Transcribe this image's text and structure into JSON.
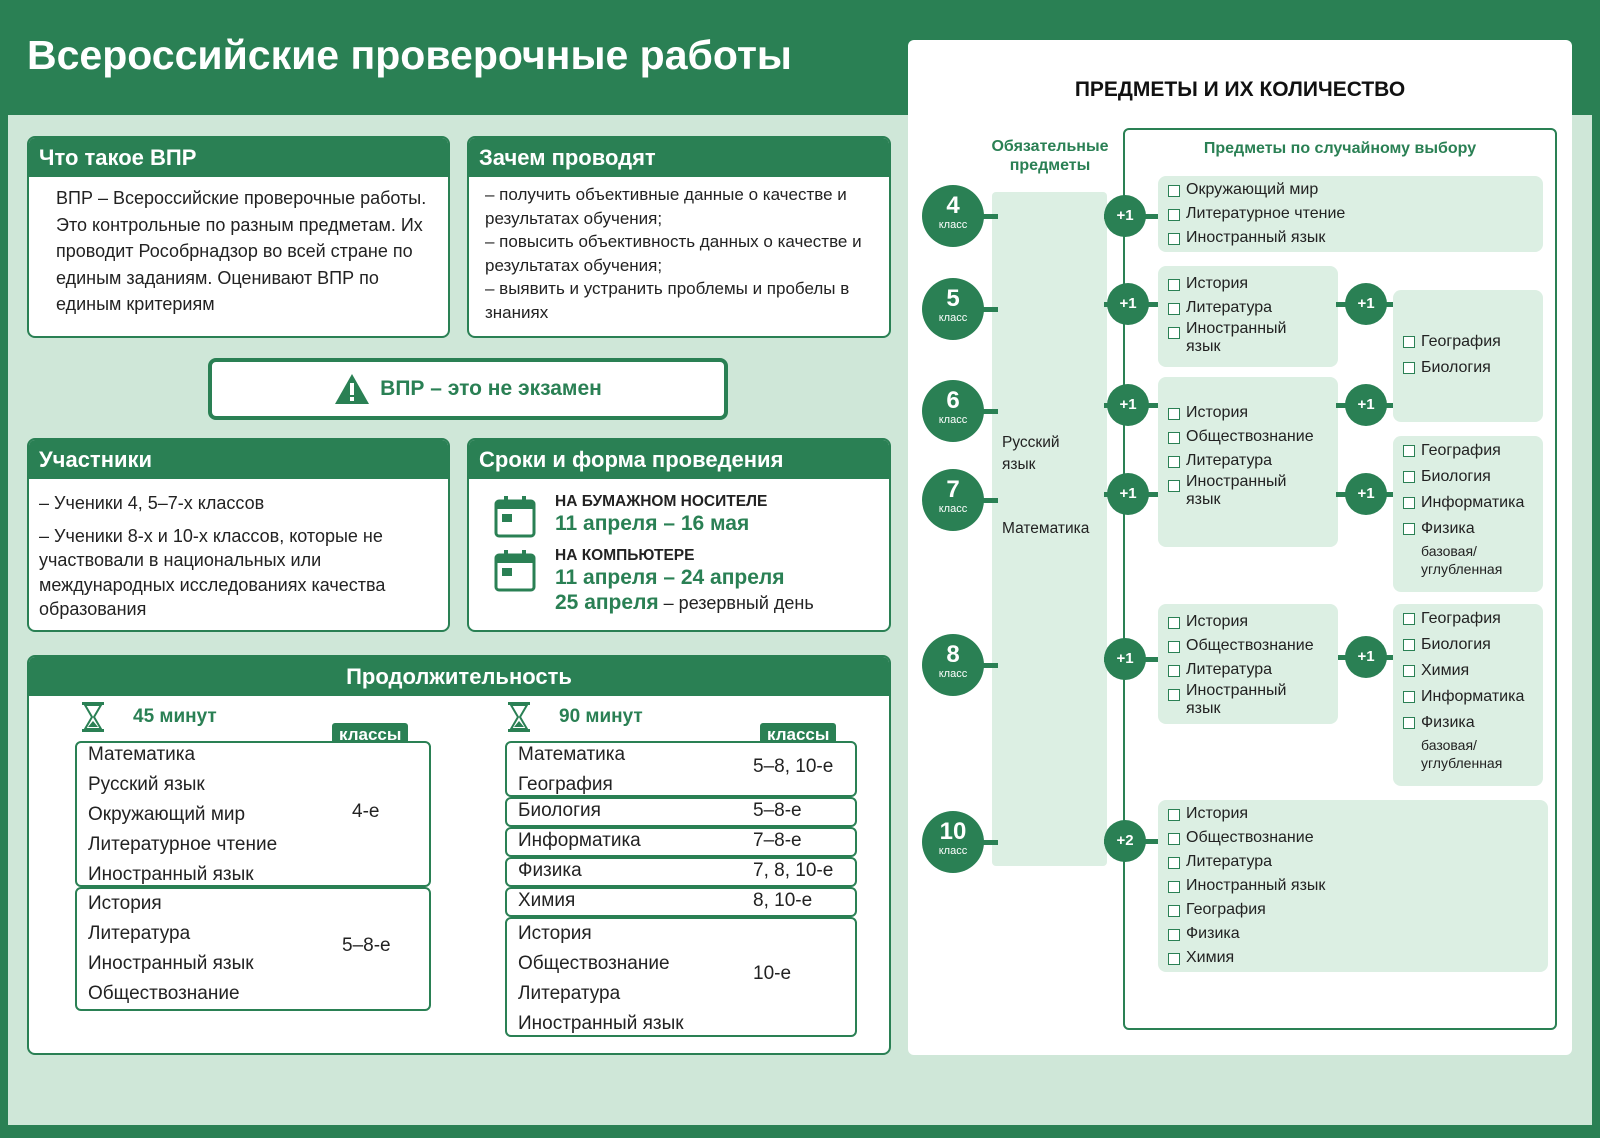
{
  "title": "Всероссийские проверочные работы",
  "what": {
    "title": "Что такое ВПР",
    "text": "ВПР – Всероссийские проверочные работы. Это контрольные по разным предметам. Их проводит Рособрнадзор во всей стране по единым заданиям. Оценивают ВПР по единым критериям"
  },
  "why": {
    "title": "Зачем проводят",
    "items": [
      "– получить объективные данные о качестве и результатах обучения;",
      "– повысить объективность данных о качестве и результатах обучения;",
      "– выявить и устранить проблемы и пробелы в знаниях"
    ]
  },
  "notice": "ВПР – это не экзамен",
  "participants": {
    "title": "Участники",
    "items": [
      "– Ученики 4, 5–7-х классов",
      "– Ученики 8-х и 10-х классов, которые не участвовали в национальных или международных исследованиях качества образования"
    ]
  },
  "terms": {
    "title": "Сроки и форма проведения",
    "paper_label": "НА БУМАЖНОМ НОСИТЕЛЕ",
    "paper_dates": "11 апреля – 16 мая",
    "pc_label": "НА КОМПЬЮТЕРЕ",
    "pc_dates": "11 апреля – 24 апреля",
    "reserve_date": "25 апреля",
    "reserve_note": " – резервный день"
  },
  "duration": {
    "title": "Продолжительность",
    "classes_label": "классы",
    "t45": "45 минут",
    "t90": "90 минут",
    "g45": [
      {
        "subjects": [
          "Математика",
          "Русский язык",
          "Окружающий мир",
          "Литературное чтение",
          "Иностранный язык"
        ],
        "grade": "4-е"
      },
      {
        "subjects": [
          "История",
          "Литература",
          "Иностранный язык",
          "Обществознание"
        ],
        "grade": "5–8-е"
      }
    ],
    "g90": [
      {
        "subjects": [
          "Математика",
          "География"
        ],
        "grade": "5–8, 10-е"
      },
      {
        "subjects": [
          "Биология"
        ],
        "grade": "5–8-е"
      },
      {
        "subjects": [
          "Информатика"
        ],
        "grade": "7–8-е"
      },
      {
        "subjects": [
          "Физика"
        ],
        "grade": "7, 8, 10-е"
      },
      {
        "subjects": [
          "Химия"
        ],
        "grade": "8, 10-е"
      },
      {
        "subjects": [
          "История",
          "Обществознание",
          "Литература",
          "Иностранный язык"
        ],
        "grade": "10-е"
      }
    ]
  },
  "subjects": {
    "title": "ПРЕДМЕТЫ И ИХ КОЛИЧЕСТВО",
    "mandatory_title": "Обязательные предметы",
    "random_title": "Предметы по случайному выбору",
    "mandatory": [
      "Русский язык",
      "Математика"
    ],
    "class_word": "класс",
    "grades": [
      "4",
      "5",
      "6",
      "7",
      "8",
      "10"
    ],
    "plus1": "+1",
    "plus2": "+2",
    "box4": [
      "Окружающий мир",
      "Литературное чтение",
      "Иностранный язык"
    ],
    "box5": [
      "История",
      "Литература",
      "Иностранный язык"
    ],
    "box5b": [
      "География",
      "Биология"
    ],
    "box67": [
      "История",
      "Обществознание",
      "Литература",
      "Иностранный язык"
    ],
    "box7b": [
      "География",
      "Биология",
      "Информатика",
      "Физика"
    ],
    "box8": [
      "История",
      "Обществознание",
      "Литература",
      "Иностранный язык"
    ],
    "box8b": [
      "География",
      "Биология",
      "Химия",
      "Информатика",
      "Физика"
    ],
    "physics_note": "базовая/ углубленная",
    "box10": [
      "История",
      "Обществознание",
      "Литература",
      "Иностранный язык",
      "География",
      "Физика",
      "Химия"
    ]
  },
  "colors": {
    "brand": "#2a8054",
    "light": "#cfe7d8",
    "box": "#dcefe3"
  },
  "icons": [
    "warning-icon",
    "calendar-icon",
    "hourglass-icon"
  ]
}
